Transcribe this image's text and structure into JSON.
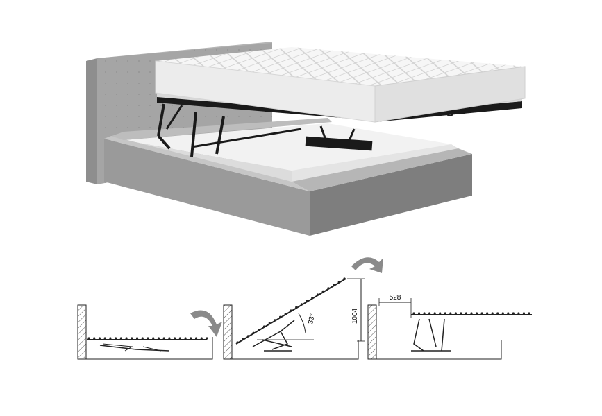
{
  "diagram": {
    "open_angle_label": "33°",
    "lift_height_label": "1004",
    "offset_depth_label": "528"
  },
  "colors": {
    "frame_grey": "#9c9c9c",
    "frame_dark": "#7f7f7f",
    "frame_light": "#c2c2c2",
    "mattress": "#f4f4f4",
    "mechanism": "#1a1a1a",
    "arrow_grey": "#8a8a8a"
  },
  "icons": [
    "rotate-arrow-icon"
  ]
}
